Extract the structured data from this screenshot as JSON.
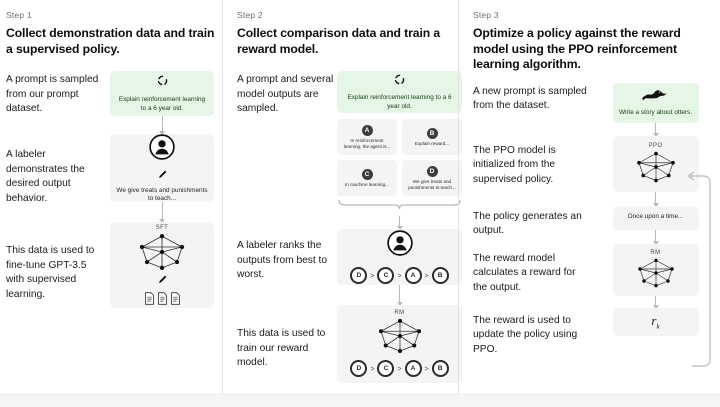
{
  "diagram": {
    "title_semantic": "rlhf-three-step-training-diagram",
    "accent_green": "#e6f6e6",
    "card_gray": "#f4f4f4",
    "divider": "#e3e3e3"
  },
  "steps": [
    {
      "step_label": "Step 1",
      "title": "Collect demonstration data and train a supervised policy.",
      "rows": [
        {
          "caption": "A prompt is sampled from our prompt dataset.",
          "card": {
            "kind": "prompt",
            "icon": "recycle-icon",
            "text": "Explain reinforcement learning to a 6 year old."
          }
        },
        {
          "caption": "A labeler demonstrates the desired output behavior.",
          "card": {
            "kind": "labeler",
            "icon": "person-circle-icon",
            "sub_icon": "pencil-icon",
            "text": "We give treats and punishments to teach..."
          }
        },
        {
          "caption": "This data is used to fine-tune GPT-3.5 with supervised learning.",
          "card": {
            "kind": "model",
            "model_label": "SFT",
            "icon": "neural-network-icon",
            "sub_icon": "pencil-icon",
            "docs_icon": "documents-icon"
          }
        }
      ]
    },
    {
      "step_label": "Step 2",
      "title": "Collect comparison data and train a reward model.",
      "rows": [
        {
          "caption": "A prompt and several model outputs are sampled.",
          "card": {
            "kind": "prompt",
            "icon": "recycle-icon",
            "text": "Explain reinforcement learning to a 6 year old."
          },
          "options": [
            {
              "badge": "A",
              "text": "In reinforcement learning, the agent is..."
            },
            {
              "badge": "B",
              "text": "Explain reward..."
            },
            {
              "badge": "C",
              "text": "In machine learning..."
            },
            {
              "badge": "D",
              "text": "We give treats and punishments to teach..."
            }
          ]
        },
        {
          "caption": "A labeler ranks the outputs from best to worst.",
          "card": {
            "kind": "labeler-rank",
            "icon": "person-circle-icon"
          },
          "ranking": [
            "D",
            "C",
            "A",
            "B"
          ],
          "ranking_separator": ">"
        },
        {
          "caption": "This data is used to train our reward model.",
          "card": {
            "kind": "model",
            "model_label": "RM",
            "icon": "neural-network-icon"
          },
          "ranking": [
            "D",
            "C",
            "A",
            "B"
          ],
          "ranking_separator": ">"
        }
      ]
    },
    {
      "step_label": "Step 3",
      "title": "Optimize a policy against the reward model using the PPO reinforcement learning algorithm.",
      "rows": [
        {
          "caption": "A new prompt is sampled from the dataset.",
          "card": {
            "kind": "prompt",
            "icon": "otter-icon",
            "text": "Write a story about otters."
          }
        },
        {
          "caption": "The PPO model is initialized from the supervised policy.",
          "card": {
            "kind": "model",
            "model_label": "PPO",
            "icon": "neural-network-icon"
          }
        },
        {
          "caption": "The policy generates an output.",
          "card": {
            "kind": "output",
            "text": "Once upon a time..."
          }
        },
        {
          "caption": "The reward model calculates a reward for the output.",
          "card": {
            "kind": "model",
            "model_label": "RM",
            "icon": "neural-network-icon"
          }
        },
        {
          "caption": "The reward is used to update the policy using PPO.",
          "card": {
            "kind": "reward",
            "formula": "r",
            "formula_sub": "k"
          }
        }
      ]
    }
  ]
}
